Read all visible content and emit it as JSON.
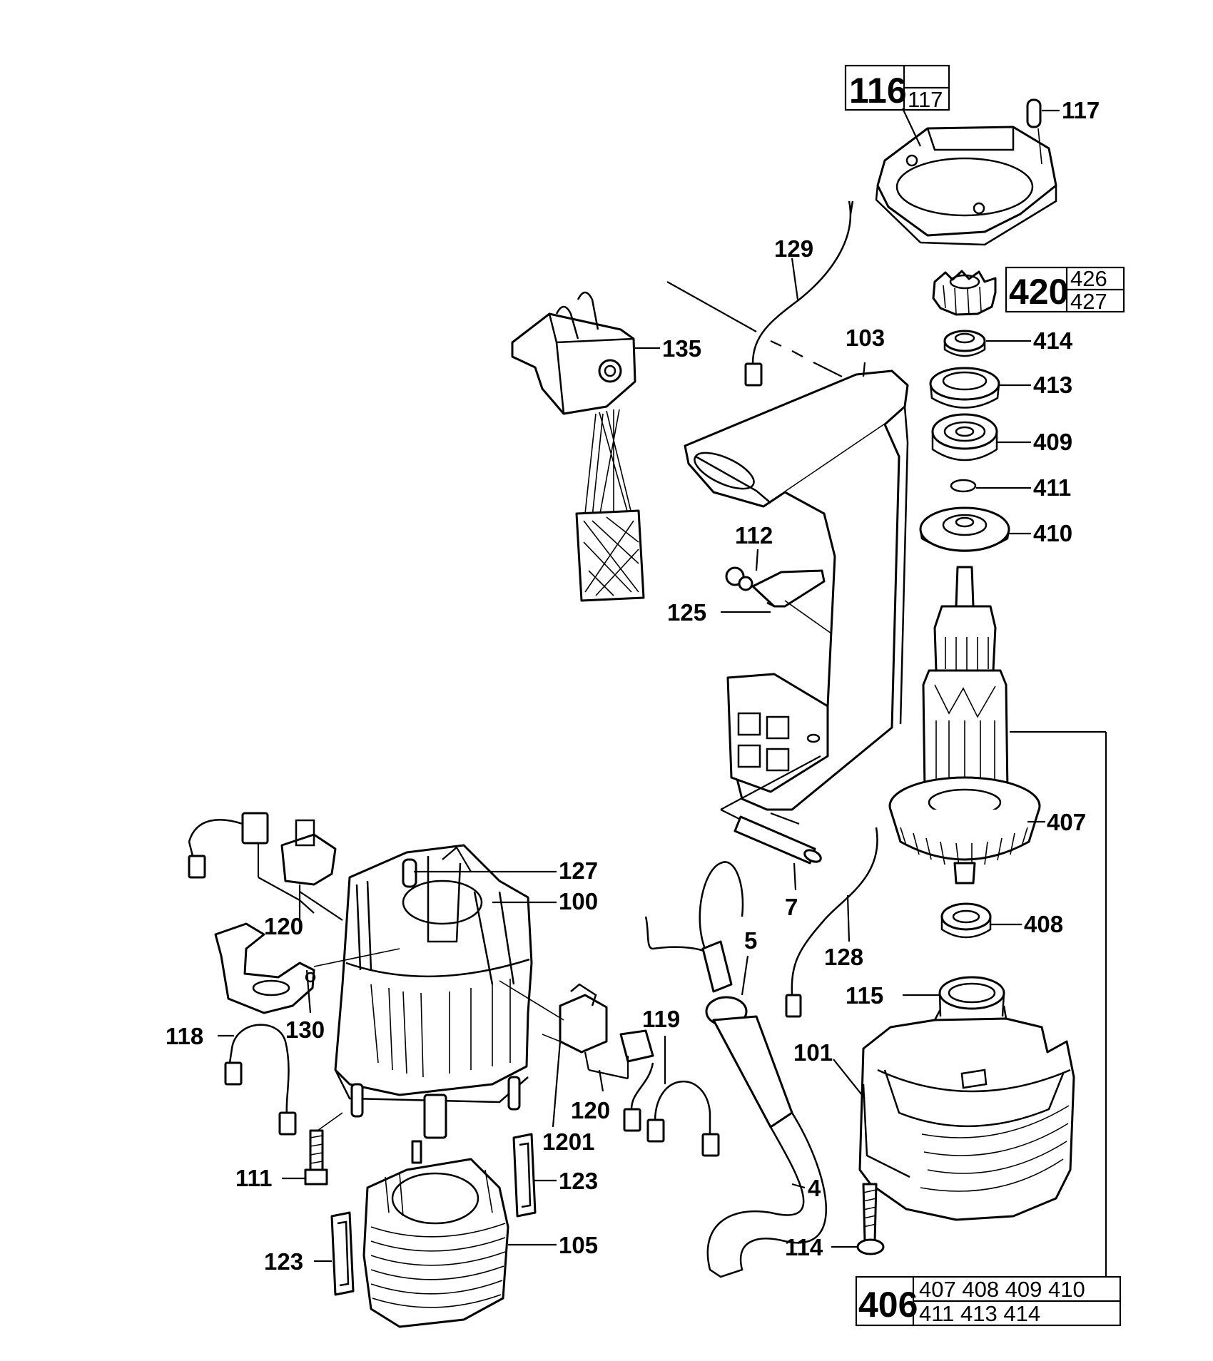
{
  "labels": {
    "p117": "117",
    "p129": "129",
    "p135": "135",
    "p103": "103",
    "p414": "414",
    "p413": "413",
    "p409": "409",
    "p411": "411",
    "p410": "410",
    "p112": "112",
    "p125": "125",
    "p407": "407",
    "p127": "127",
    "p100": "100",
    "p7": "7",
    "p120a": "120",
    "p5": "5",
    "p408": "408",
    "p128": "128",
    "p115": "115",
    "p118": "118",
    "p130": "130",
    "p119": "119",
    "p101": "101",
    "p120b": "120",
    "p1201": "1201",
    "p111": "111",
    "p123a": "123",
    "p4": "4",
    "p105": "105",
    "p114": "114",
    "p123b": "123"
  },
  "kit_boxes": {
    "k116": {
      "main": "116",
      "sub": [
        "117"
      ]
    },
    "k420": {
      "main": "420",
      "sub": [
        "426",
        "427"
      ]
    },
    "k406": {
      "main": "406",
      "sub": [
        "407 408 409 410",
        "411 413 414"
      ]
    }
  }
}
